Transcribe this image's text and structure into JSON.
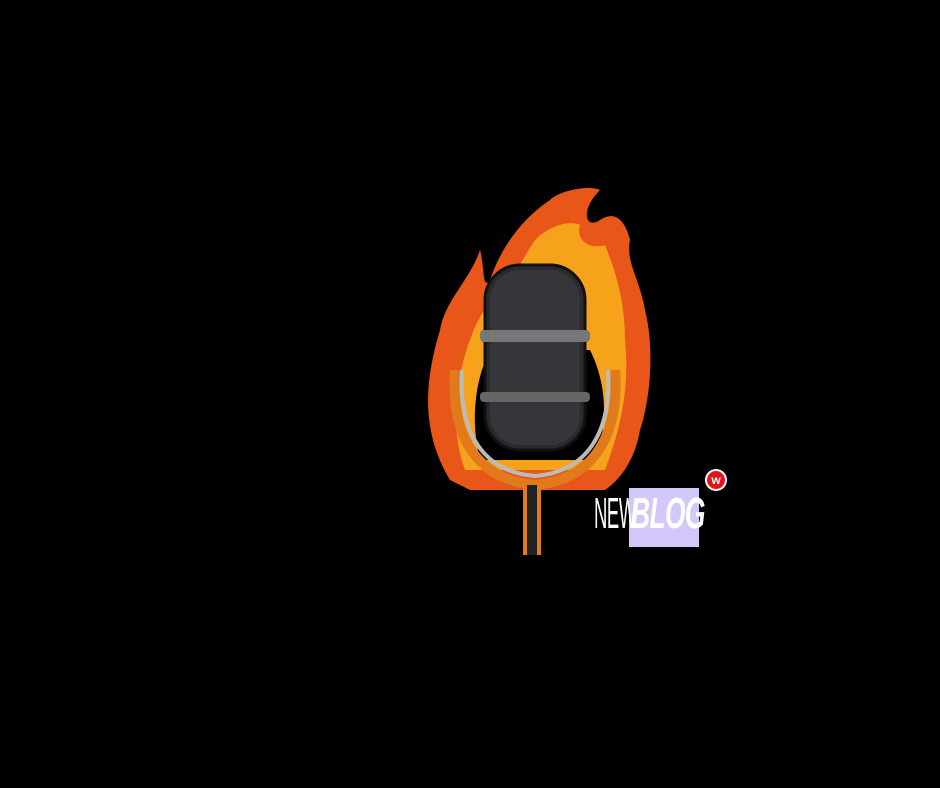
{
  "logo": {
    "word1": "NEW",
    "word2": "BLOG",
    "badge_letter": "w"
  },
  "colors": {
    "background": "#000000",
    "flame_outer": "#e8561a",
    "flame_inner": "#f7a21b",
    "highlight": "#d4c8fb",
    "badge": "#e3141d"
  }
}
